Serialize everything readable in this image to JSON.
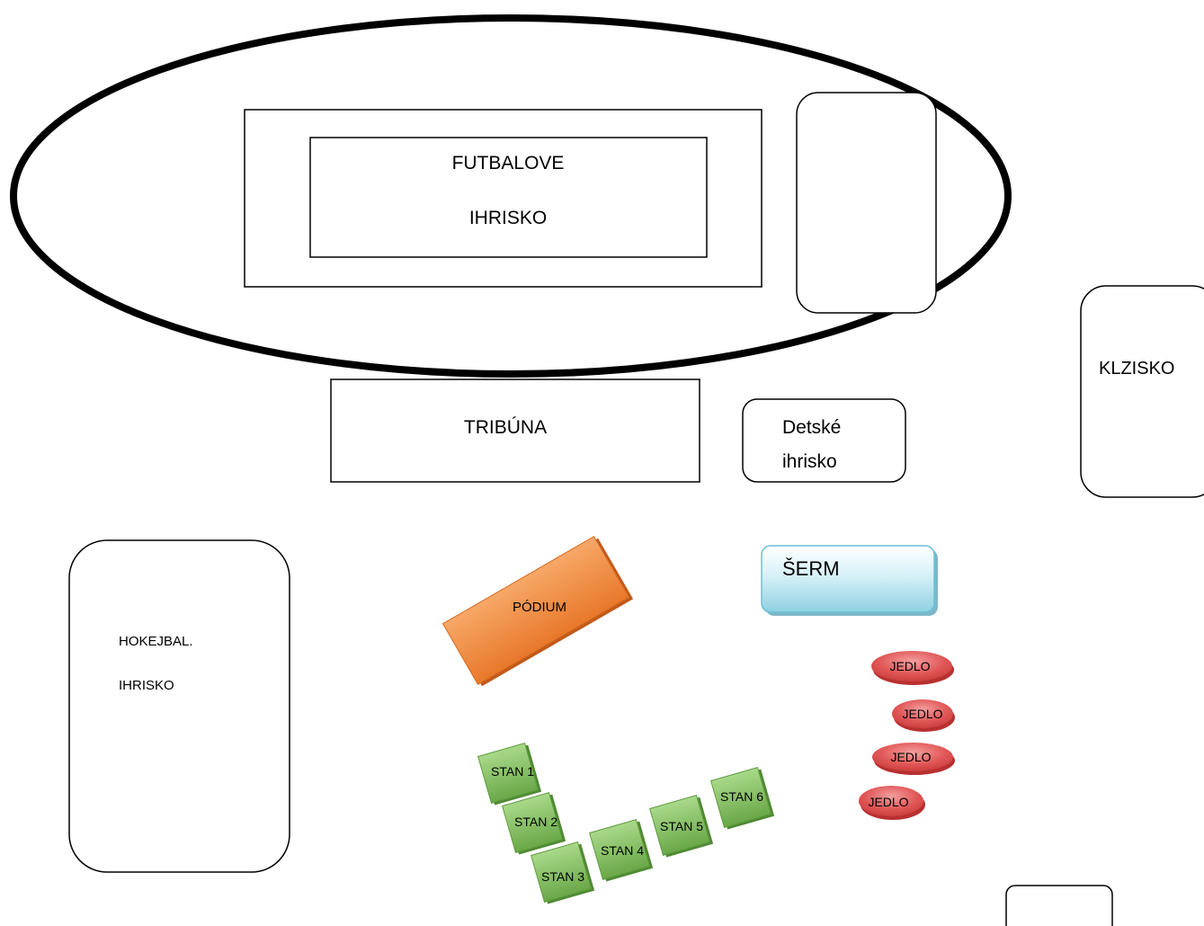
{
  "labels": {
    "football_line1": "FUTBALOVE",
    "football_line2": "IHRISKO",
    "tribune": "TRIBÚNA",
    "playground_line1": "Detské",
    "playground_line2": "ihrisko",
    "rink": "KLZISKO",
    "hockey_line1": "HOKEJBAL.",
    "hockey_line2": "IHRISKO",
    "stage": "PÓDIUM",
    "fencing": "ŠERM",
    "food": [
      "JEDLO",
      "JEDLO",
      "JEDLO",
      "JEDLO"
    ],
    "tents": [
      "STAN 1",
      "STAN 2",
      "STAN 3",
      "STAN 4",
      "STAN 5",
      "STAN 6"
    ]
  },
  "colors": {
    "stage": "#f08a3e",
    "fencing": "#bfe7f2",
    "food": "#e04848",
    "tent": "#7dbb5a",
    "outline": "#000000"
  }
}
